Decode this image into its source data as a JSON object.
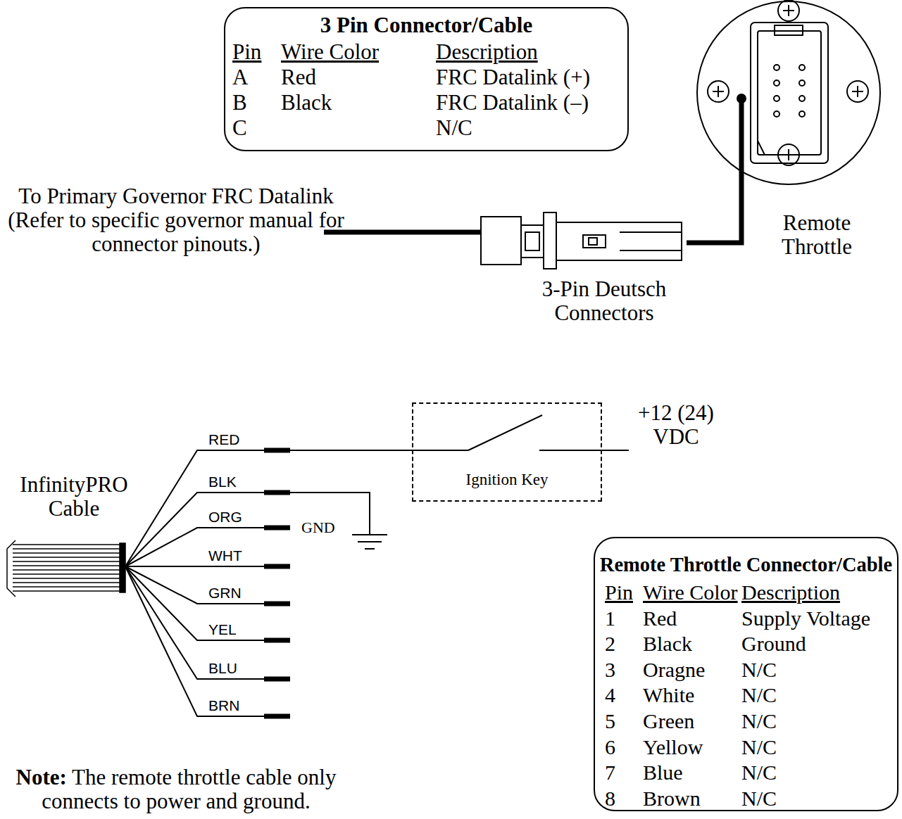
{
  "diagram": {
    "nodes": [
      {
        "text": [
          "3 Pin Connector/Cable",
          "Pin",
          "Wire Color",
          "Description",
          "A",
          "Red",
          "FRC Datalink (+)",
          "B",
          "Black",
          "FRC Datalink (–)",
          "C",
          "N/C"
        ]
      },
      {
        "text": [
          "Remote Throttle Connector/Cable",
          "Pin",
          "Wire Color",
          "Description",
          "1",
          "Red",
          "Supply Voltage",
          "2",
          "Black",
          "Ground",
          "3",
          "Oragne",
          "N/C",
          "4",
          "White",
          "N/C",
          "5",
          "Green",
          "N/C",
          "6",
          "Yellow",
          "N/C",
          "7",
          "Blue",
          "N/C",
          "8",
          "Brown",
          "N/C"
        ]
      },
      {
        "text": [
          "Ignition Key"
        ]
      }
    ],
    "labels": [
      "To Primary Governor FRC Datalink (Refer to specific governor manual for connector pinouts.)",
      "3-Pin Deutsch Connectors",
      "Remote Throttle",
      "InfinityPRO Cable",
      "+12 (24) VDC",
      "GND",
      "RED",
      "BLK",
      "ORG",
      "WHT",
      "GRN",
      "YEL",
      "BLU",
      "BRN",
      "Note:",
      "The remote throttle cable only connects to power and ground."
    ]
  }
}
